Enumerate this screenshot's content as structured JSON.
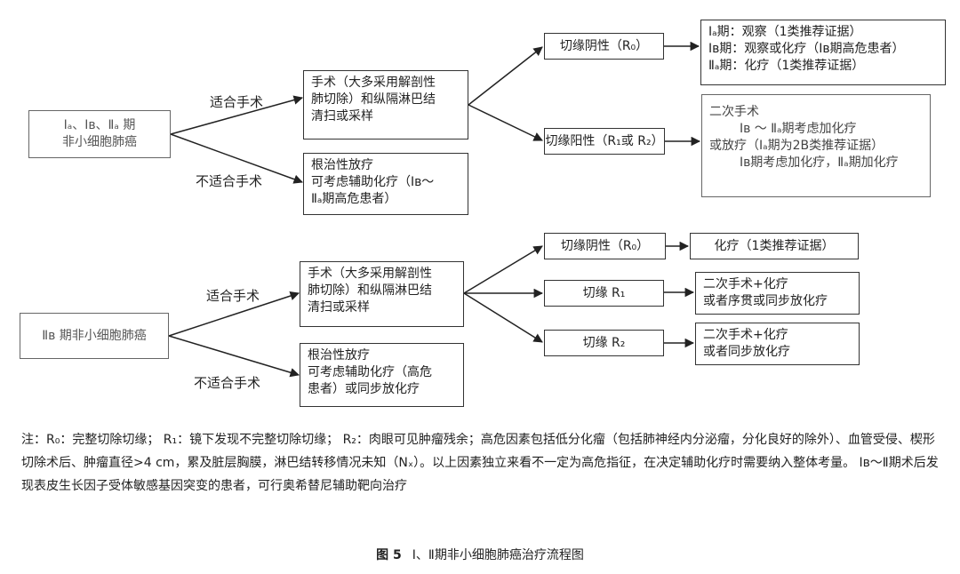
{
  "flow1": {
    "start": [
      "Ⅰₐ、Ⅰʙ、Ⅱₐ 期",
      "非小细胞肺癌"
    ],
    "suitable_label": "适合手术",
    "unsuitable_label": "不适合手术",
    "surgery": [
      "手术（大多采用解剖性",
      "肺切除）和纵隔淋巴结",
      "清扫或采样"
    ],
    "radiotherapy": [
      "根治性放疗",
      "可考虑辅助化疗（Ⅰʙ～",
      "Ⅱₐ期高危患者）"
    ],
    "margin_negative": "切缘阴性（R₀）",
    "margin_positive": "切缘阳性（R₁或 R₂）",
    "negative_outcome": [
      "Ⅰₐ期：观察（1类推荐证据）",
      "Ⅰʙ期：观察或化疗（Ⅰʙ期高危患者）",
      "Ⅱₐ期：化疗（1类推荐证据）"
    ],
    "positive_outcome": [
      "二次手术",
      "Ⅰʙ ～ Ⅱₐ期考虑加化疗",
      "或放疗（Ⅰₐ期为2B类推荐证据）",
      "Ⅰʙ期考虑加化疗，Ⅱₐ期加化疗"
    ]
  },
  "flow2": {
    "start": "Ⅱʙ 期非小细胞肺癌",
    "suitable_label": "适合手术",
    "unsuitable_label": "不适合手术",
    "surgery": [
      "手术（大多采用解剖性",
      "肺切除）和纵隔淋巴结",
      "清扫或采样"
    ],
    "radiotherapy": [
      "根治性放疗",
      "可考虑辅助化疗（高危",
      "患者）或同步放化疗"
    ],
    "margin_r0": "切缘阴性（R₀）",
    "margin_r1": "切缘 R₁",
    "margin_r2": "切缘 R₂",
    "outcome_r0": "化疗（1类推荐证据）",
    "outcome_r1": [
      "二次手术+化疗",
      "或者序贯或同步放化疗"
    ],
    "outcome_r2": [
      "二次手术+化疗",
      "或者同步放化疗"
    ]
  },
  "note": "注：R₀：完整切除切缘；  R₁：镜下发现不完整切除切缘；  R₂：肉眼可见肿瘤残余；高危因素包括低分化瘤（包括肺神经内分泌瘤，分化良好的除外）、血管受侵、楔形切除术后、肿瘤直径>4 cm，累及脏层胸膜，淋巴结转移情况未知（Nₓ）。以上因素独立来看不一定为高危指征，在决定辅助化疗时需要纳入整体考量。 Ⅰʙ～Ⅱ期术后发现表皮生长因子受体敏感基因突变的患者，可行奥希替尼辅助靶向治疗",
  "caption": {
    "figure": "图 5",
    "title": "Ⅰ、Ⅱ期非小细胞肺癌治疗流程图"
  }
}
